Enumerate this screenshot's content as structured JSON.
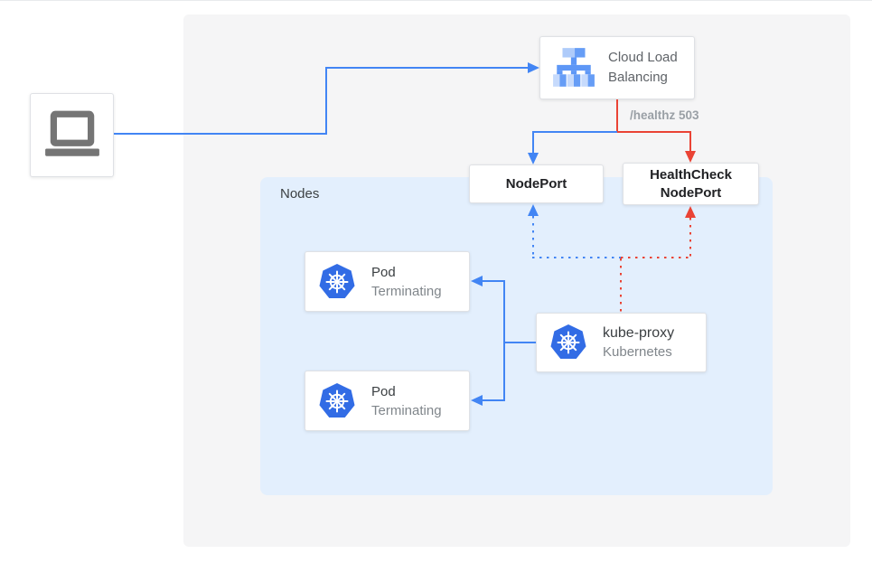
{
  "diagram": {
    "nodes_panel": {
      "label": "Nodes"
    },
    "client": {
      "icon": "laptop-icon"
    },
    "clb": {
      "title": "Cloud Load Balancing",
      "icon": "cloud-load-balancing-icon"
    },
    "healthz": {
      "label": "/healthz 503"
    },
    "nodeport": {
      "title": "NodePort"
    },
    "healthcheck_nodeport": {
      "title": "HealthCheck NodePort"
    },
    "pods": [
      {
        "title": "Pod",
        "status": "Terminating",
        "icon": "kubernetes-icon"
      },
      {
        "title": "Pod",
        "status": "Terminating",
        "icon": "kubernetes-icon"
      }
    ],
    "kube_proxy": {
      "title": "kube-proxy",
      "subtitle": "Kubernetes",
      "icon": "kubernetes-icon"
    },
    "colors": {
      "flow_blue": "#4285f4",
      "flow_red": "#ea4335",
      "kubernetes_blue": "#326ce5",
      "outer_panel_gray": "#f5f5f6",
      "nodes_panel_blue": "#e3effd",
      "laptop_gray": "#757575",
      "text_dark": "#202124",
      "text_gray": "#5f6368",
      "text_light_gray": "#9aa0a6"
    }
  }
}
